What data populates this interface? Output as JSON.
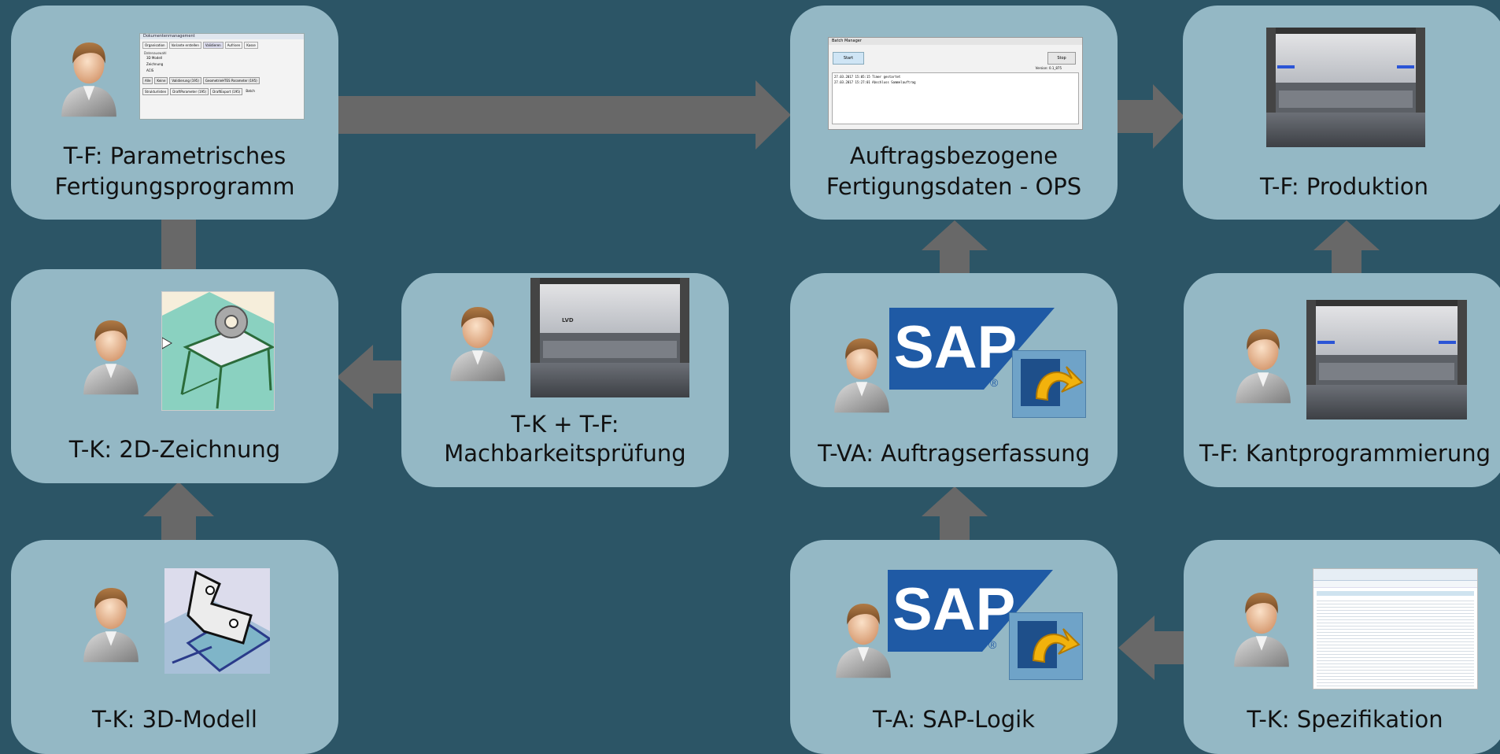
{
  "colors": {
    "background": "#2c5566",
    "card": "#94b8c5",
    "arrow": "#686868",
    "sap_blue": "#1f5aa5"
  },
  "cards": {
    "param": {
      "line1": "T-F: Parametrisches",
      "line2": "Fertigungsprogramm",
      "icon": "person-icon",
      "image": "software-dialog-thumbnail"
    },
    "ops": {
      "line1": "Auftragsbezogene",
      "line2": "Fertigungsdaten - OPS",
      "icon": "person-icon",
      "image": "batch-manager-thumbnail"
    },
    "produktion": {
      "line1": "T-F: Produktion",
      "image": "press-brake-photo"
    },
    "zeichnung": {
      "line1": "T-K: 2D-Zeichnung",
      "icon": "person-icon",
      "image": "technical-drawing-icon"
    },
    "machbarkeit": {
      "line1": "T-K + T-F:",
      "line2": "Machbarkeitsprüfung",
      "icon": "person-icon",
      "image": "press-brake-photo"
    },
    "auftrag": {
      "line1": "T-VA: Auftragserfassung",
      "icon": "person-icon",
      "image": "sap-logo"
    },
    "kant": {
      "line1": "T-F: Kantprogrammierung",
      "icon": "person-icon",
      "image": "press-brake-photo"
    },
    "modell": {
      "line1": "T-K: 3D-Modell",
      "icon": "person-icon",
      "image": "3d-part-icon"
    },
    "sap_logik": {
      "line1": "T-A: SAP-Logik",
      "icon": "person-icon",
      "image": "sap-logo"
    },
    "spez": {
      "line1": "T-K: Spezifikation",
      "icon": "person-icon",
      "image": "spreadsheet-thumbnail"
    }
  },
  "logos": {
    "sap_text": "SAP",
    "registered": "®"
  },
  "machine_brand": "LVD",
  "dialog": {
    "title": "Dokumentenmanagement",
    "tabs": [
      "Organisation",
      "Variante erstellen",
      "Validieren",
      "Aufrisen",
      "Kasse"
    ],
    "section": "Datenauswahl",
    "rows": [
      "3D Modell",
      "Zeichnung",
      "ACIS"
    ],
    "buttons": [
      "Alle",
      "Keine",
      "Validierung (195)",
      "GeometrieHTES Parameter (195)"
    ],
    "bottom": [
      "Strukturlisten",
      "DraftParameter (195)",
      "DraftExport (195)",
      "Batch"
    ]
  },
  "batch": {
    "title": "Batch Manager",
    "start": "Start",
    "stop": "Stop",
    "version": "Version: 0.1_875",
    "log": [
      "27.03.2017 15:05:15 Timer gestartet",
      "27.03.2017 15:27:01 Abschluss Sammelauftrag"
    ]
  }
}
